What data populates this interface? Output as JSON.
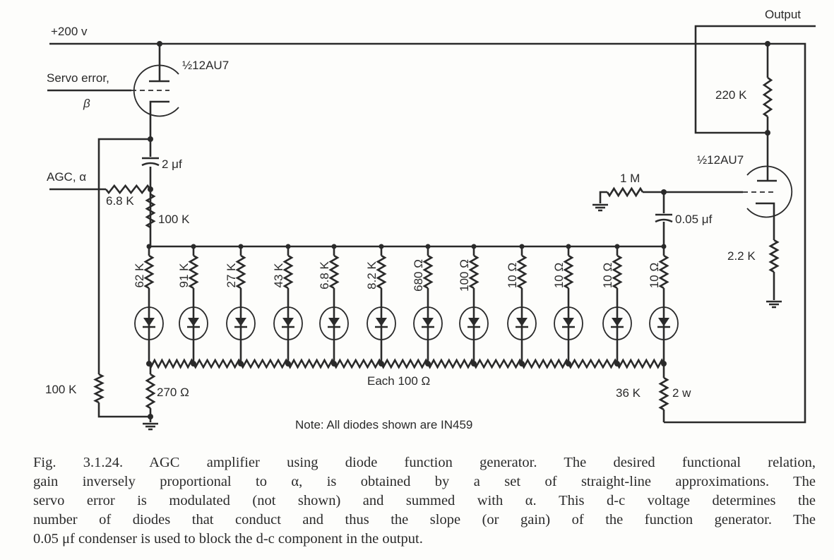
{
  "labels": {
    "supply": "+200 v",
    "output": "Output",
    "tube1": "½12AU7",
    "tube2": "½12AU7",
    "servo_error": "Servo error,",
    "beta": "β",
    "agc": "AGC, α",
    "cap_2uf": "2 μf",
    "r_6_8k": "6.8 K",
    "r_100k_top": "100 K",
    "r_100k_left": "100 K",
    "r_270": "270 Ω",
    "r_220k": "220 K",
    "r_1m": "1 M",
    "cap_005": "0.05 μf",
    "r_2_2k": "2.2 K",
    "r_36k": "36 K",
    "r_36k_power": "2 w",
    "each_100": "Each 100 Ω",
    "note": "Note: All diodes shown are IN459"
  },
  "branch_resistors": [
    "62 K",
    "91 K",
    "27 K",
    "43 K",
    "6.8 K",
    "8.2 K",
    "680 Ω",
    "100 Ω",
    "10 Ω",
    "10 Ω",
    "10 Ω",
    "10 Ω"
  ],
  "caption": [
    "Fig. 3.1.24. AGC amplifier using diode function generator.   The desired functional relation,",
    "gain inversely proportional to α, is obtained by a set of straight-line approximations.   The",
    "servo error is modulated (not shown) and summed with α.   This d-c voltage determines the",
    "number of diodes that conduct and thus the slope (or gain) of the function generator.   The",
    "0.05 μf condenser is used to block the d-c component in the output."
  ]
}
